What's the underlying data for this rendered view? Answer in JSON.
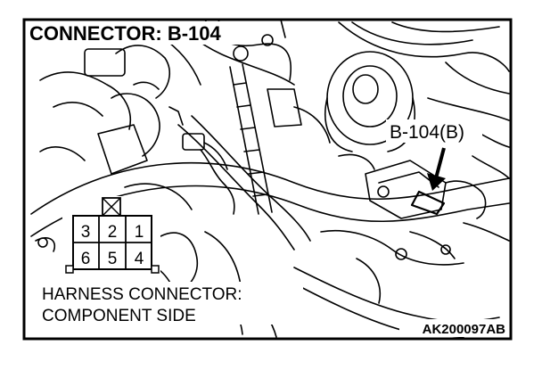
{
  "title": "CONNECTOR: B-104",
  "callout_label": "B-104(B)",
  "connector_pins": {
    "top_row": [
      "3",
      "2",
      "1"
    ],
    "bottom_row": [
      "6",
      "5",
      "4"
    ]
  },
  "caption": {
    "line1": "HARNESS CONNECTOR:",
    "line2": "COMPONENT SIDE"
  },
  "figure_code": "AK200097AB",
  "colors": {
    "ink": "#000000",
    "paper": "#ffffff"
  }
}
